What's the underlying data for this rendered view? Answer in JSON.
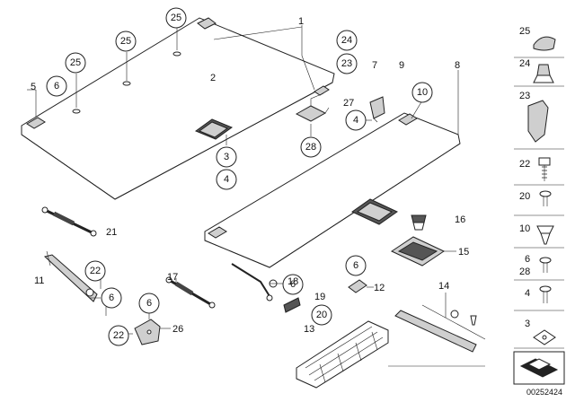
{
  "labels": {
    "l1": "1",
    "l2": "2",
    "l3": "3",
    "l4a": "4",
    "l4b": "4",
    "l4c": "4",
    "l5": "5",
    "l6a": "6",
    "l6b": "6",
    "l6c": "6",
    "l6d": "6",
    "l6e": "6",
    "l7": "7",
    "l8": "8",
    "l9": "9",
    "l10a": "10",
    "l10b": "10",
    "l11": "11",
    "l12": "12",
    "l13": "13",
    "l14": "14",
    "l15": "15",
    "l16": "16",
    "l17": "17",
    "l18": "18",
    "l19": "19",
    "l20a": "20",
    "l20b": "20",
    "l21": "21",
    "l22a": "22",
    "l22b": "22",
    "l22c": "22",
    "l23a": "23",
    "l23b": "23",
    "l24a": "24",
    "l24b": "24",
    "l25a": "25",
    "l25b": "25",
    "l25c": "25",
    "l25d": "25",
    "l26": "26",
    "l27": "27",
    "l28a": "28",
    "l28b": "28",
    "l3b": "3"
  },
  "document_id": "00252424"
}
